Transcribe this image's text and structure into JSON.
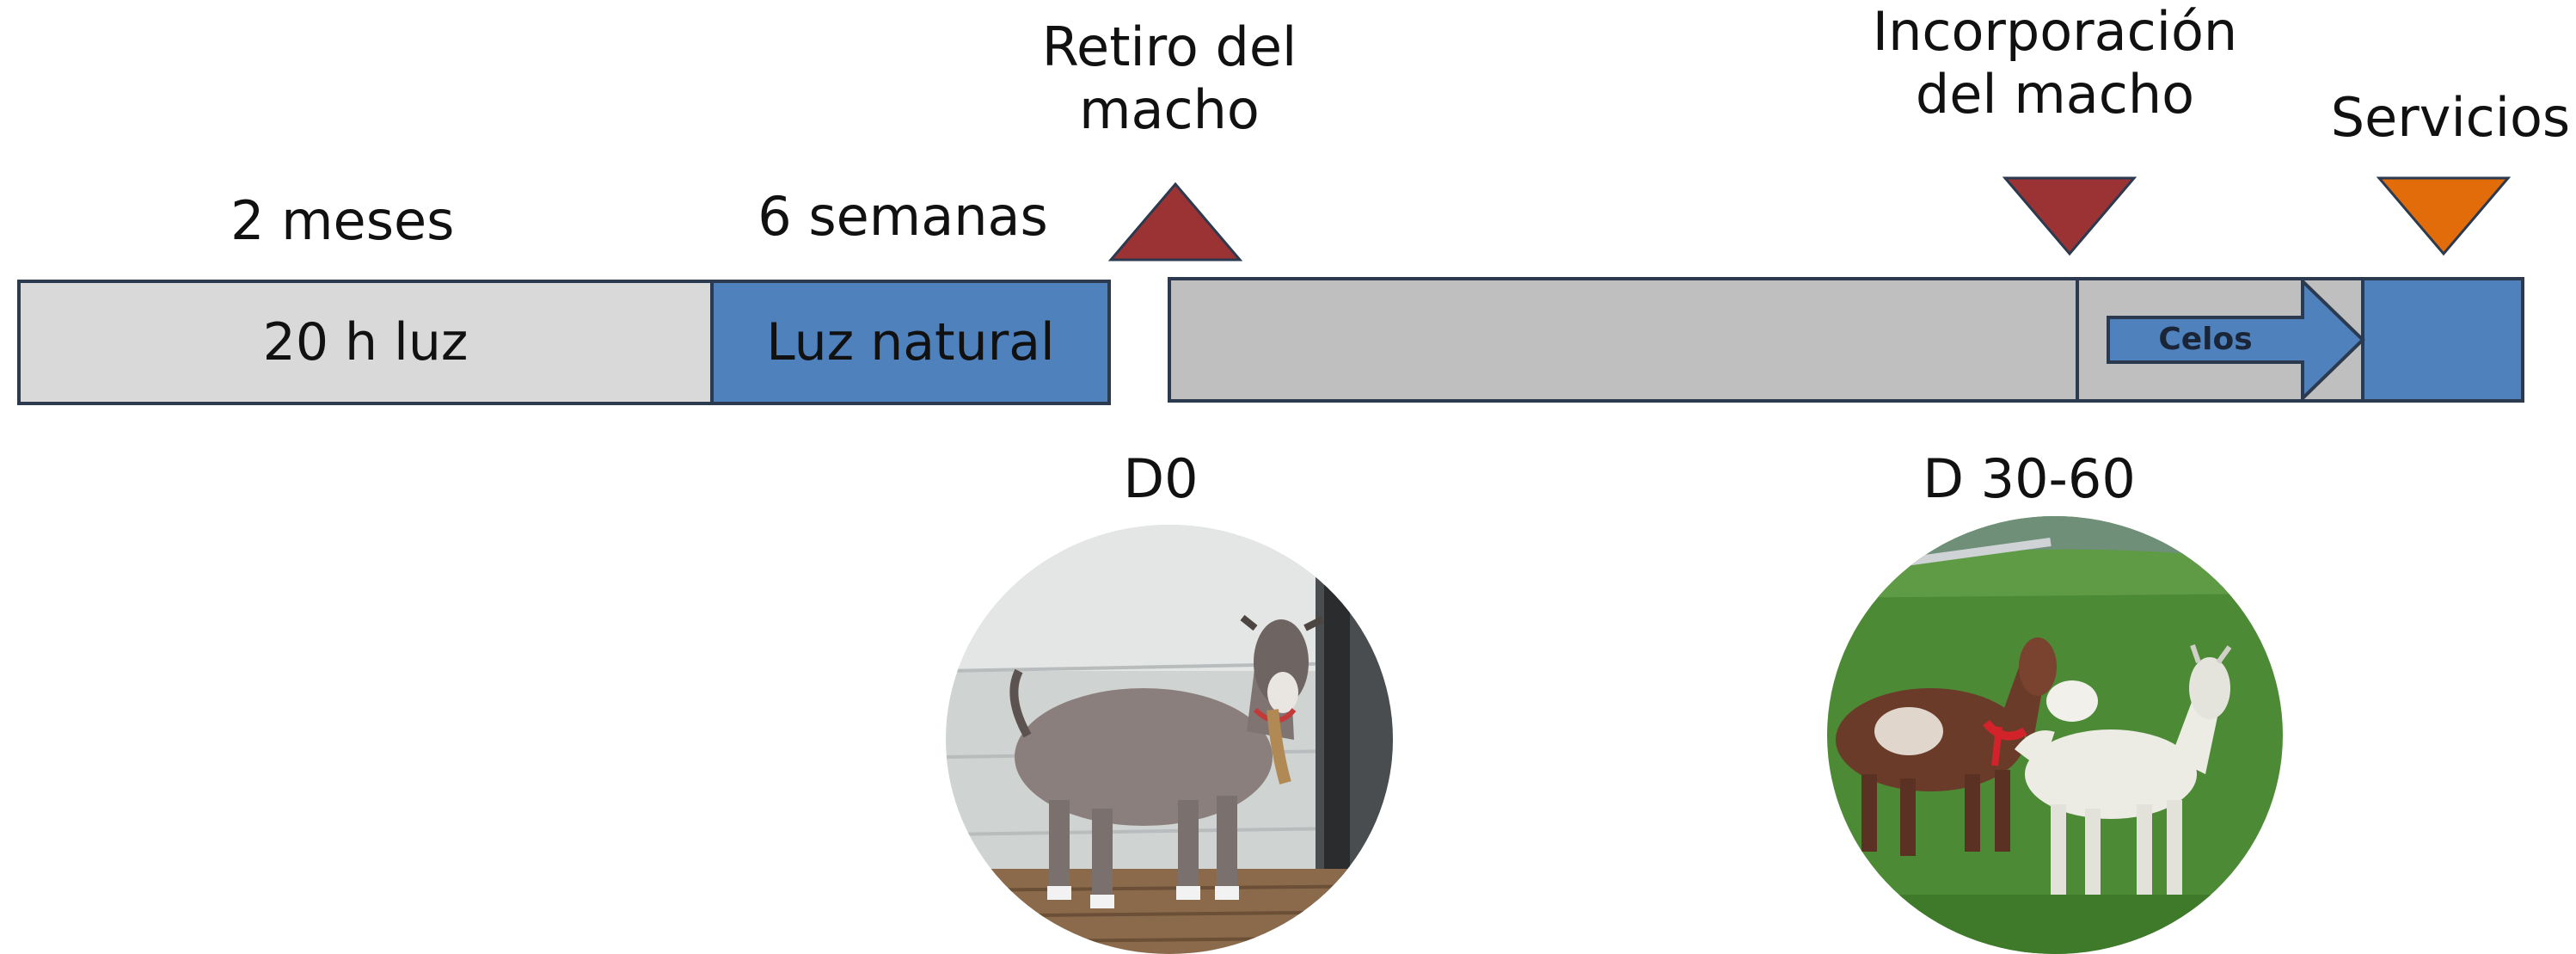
{
  "timeline": {
    "phase1": {
      "duration": "2 meses",
      "label": "20 h luz"
    },
    "phase2": {
      "duration": "6 semanas",
      "label": "Luz natural"
    },
    "arrow_label": "Celos"
  },
  "events": {
    "male_removal": "Retiro del\nmacho",
    "male_introduction": "Incorporación\ndel macho",
    "services": "Servicios"
  },
  "day_markers": {
    "d0": "D0",
    "d30_60": "D 30-60"
  },
  "colors": {
    "light_gray": "#d9d9d9",
    "blue": "#4f81bd",
    "medium_gray": "#bfbfbf",
    "dark_red": "#9b3335",
    "orange": "#e36c0a"
  },
  "photos": [
    {
      "icon": "goat-single-photo"
    },
    {
      "icon": "goats-pair-photo"
    }
  ]
}
